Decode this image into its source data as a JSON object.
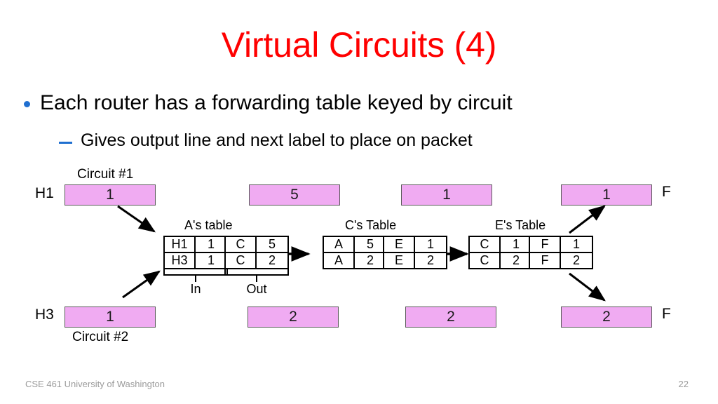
{
  "slide": {
    "title": "Virtual Circuits (4)",
    "bullets": [
      {
        "level": 1,
        "text": "Each router has a forwarding table keyed by circuit"
      },
      {
        "level": 2,
        "text": "Gives output line and next label to place on packet"
      }
    ],
    "footer": {
      "course": "CSE 461 University of Washington",
      "page_number": "22"
    }
  },
  "colors": {
    "title": "#FF0000",
    "bullet_accent": "#1F6FD0",
    "packet_fill": "#F0ABF2",
    "packet_border": "#595959",
    "table_border": "#000000",
    "footer_text": "#9B9B9B"
  },
  "diagram": {
    "endpoints": {
      "top_left": "H1",
      "bottom_left": "H3",
      "top_right": "F",
      "bottom_right": "F"
    },
    "captions": {
      "circuit1": "Circuit #1",
      "circuit2": "Circuit #2"
    },
    "packets_top": [
      {
        "label": "1"
      },
      {
        "label": "5"
      },
      {
        "label": "1"
      },
      {
        "label": "1"
      }
    ],
    "packets_bottom": [
      {
        "label": "1"
      },
      {
        "label": "2"
      },
      {
        "label": "2"
      },
      {
        "label": "2"
      }
    ],
    "tables": [
      {
        "name": "A",
        "title": "A's table",
        "in_label": "In",
        "out_label": "Out",
        "in_rows": [
          [
            "H1",
            "1"
          ],
          [
            "H3",
            "1"
          ]
        ],
        "out_rows": [
          [
            "C",
            "5"
          ],
          [
            "C",
            "2"
          ]
        ]
      },
      {
        "name": "C",
        "title": "C's Table",
        "in_label": "",
        "out_label": "",
        "in_rows": [
          [
            "A",
            "5"
          ],
          [
            "A",
            "2"
          ]
        ],
        "out_rows": [
          [
            "E",
            "1"
          ],
          [
            "E",
            "2"
          ]
        ]
      },
      {
        "name": "E",
        "title": "E's Table",
        "in_label": "",
        "out_label": "",
        "in_rows": [
          [
            "C",
            "1"
          ],
          [
            "C",
            "2"
          ]
        ],
        "out_rows": [
          [
            "F",
            "1"
          ],
          [
            "F",
            "2"
          ]
        ]
      }
    ]
  }
}
